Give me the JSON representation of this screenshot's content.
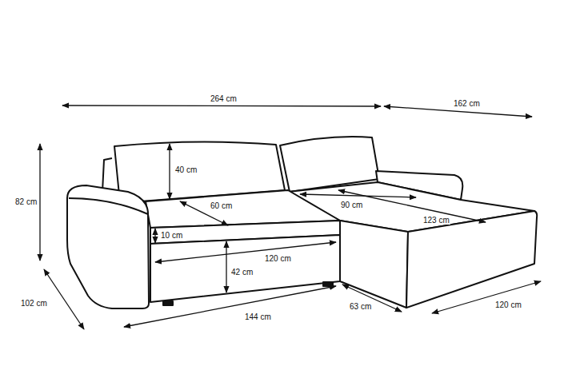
{
  "diagram": {
    "labels": [
      "264 cm",
      "162 cm",
      "40 cm",
      "82 cm",
      "60 cm",
      "10 cm",
      "90 cm",
      "123 cm",
      "120 cm",
      "42 cm",
      "102 cm",
      "144 cm",
      "63 cm",
      "120 cm"
    ]
  }
}
